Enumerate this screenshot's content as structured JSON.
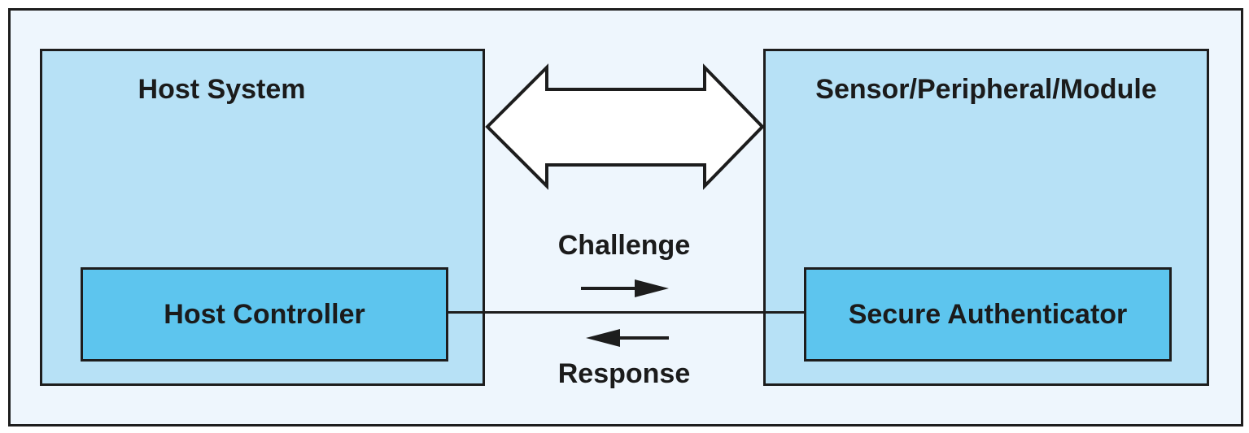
{
  "host_system": {
    "title": "Host System",
    "controller": "Host Controller"
  },
  "module": {
    "title": "Sensor/Peripheral/Module",
    "authenticator": "Secure Authenticator"
  },
  "exchange": {
    "challenge": "Challenge",
    "response": "Response"
  },
  "colors": {
    "frame_bg": "#eef6fd",
    "outer_block": "#b7e1f6",
    "inner_block": "#5dc5ee",
    "stroke": "#1d1d1d"
  }
}
